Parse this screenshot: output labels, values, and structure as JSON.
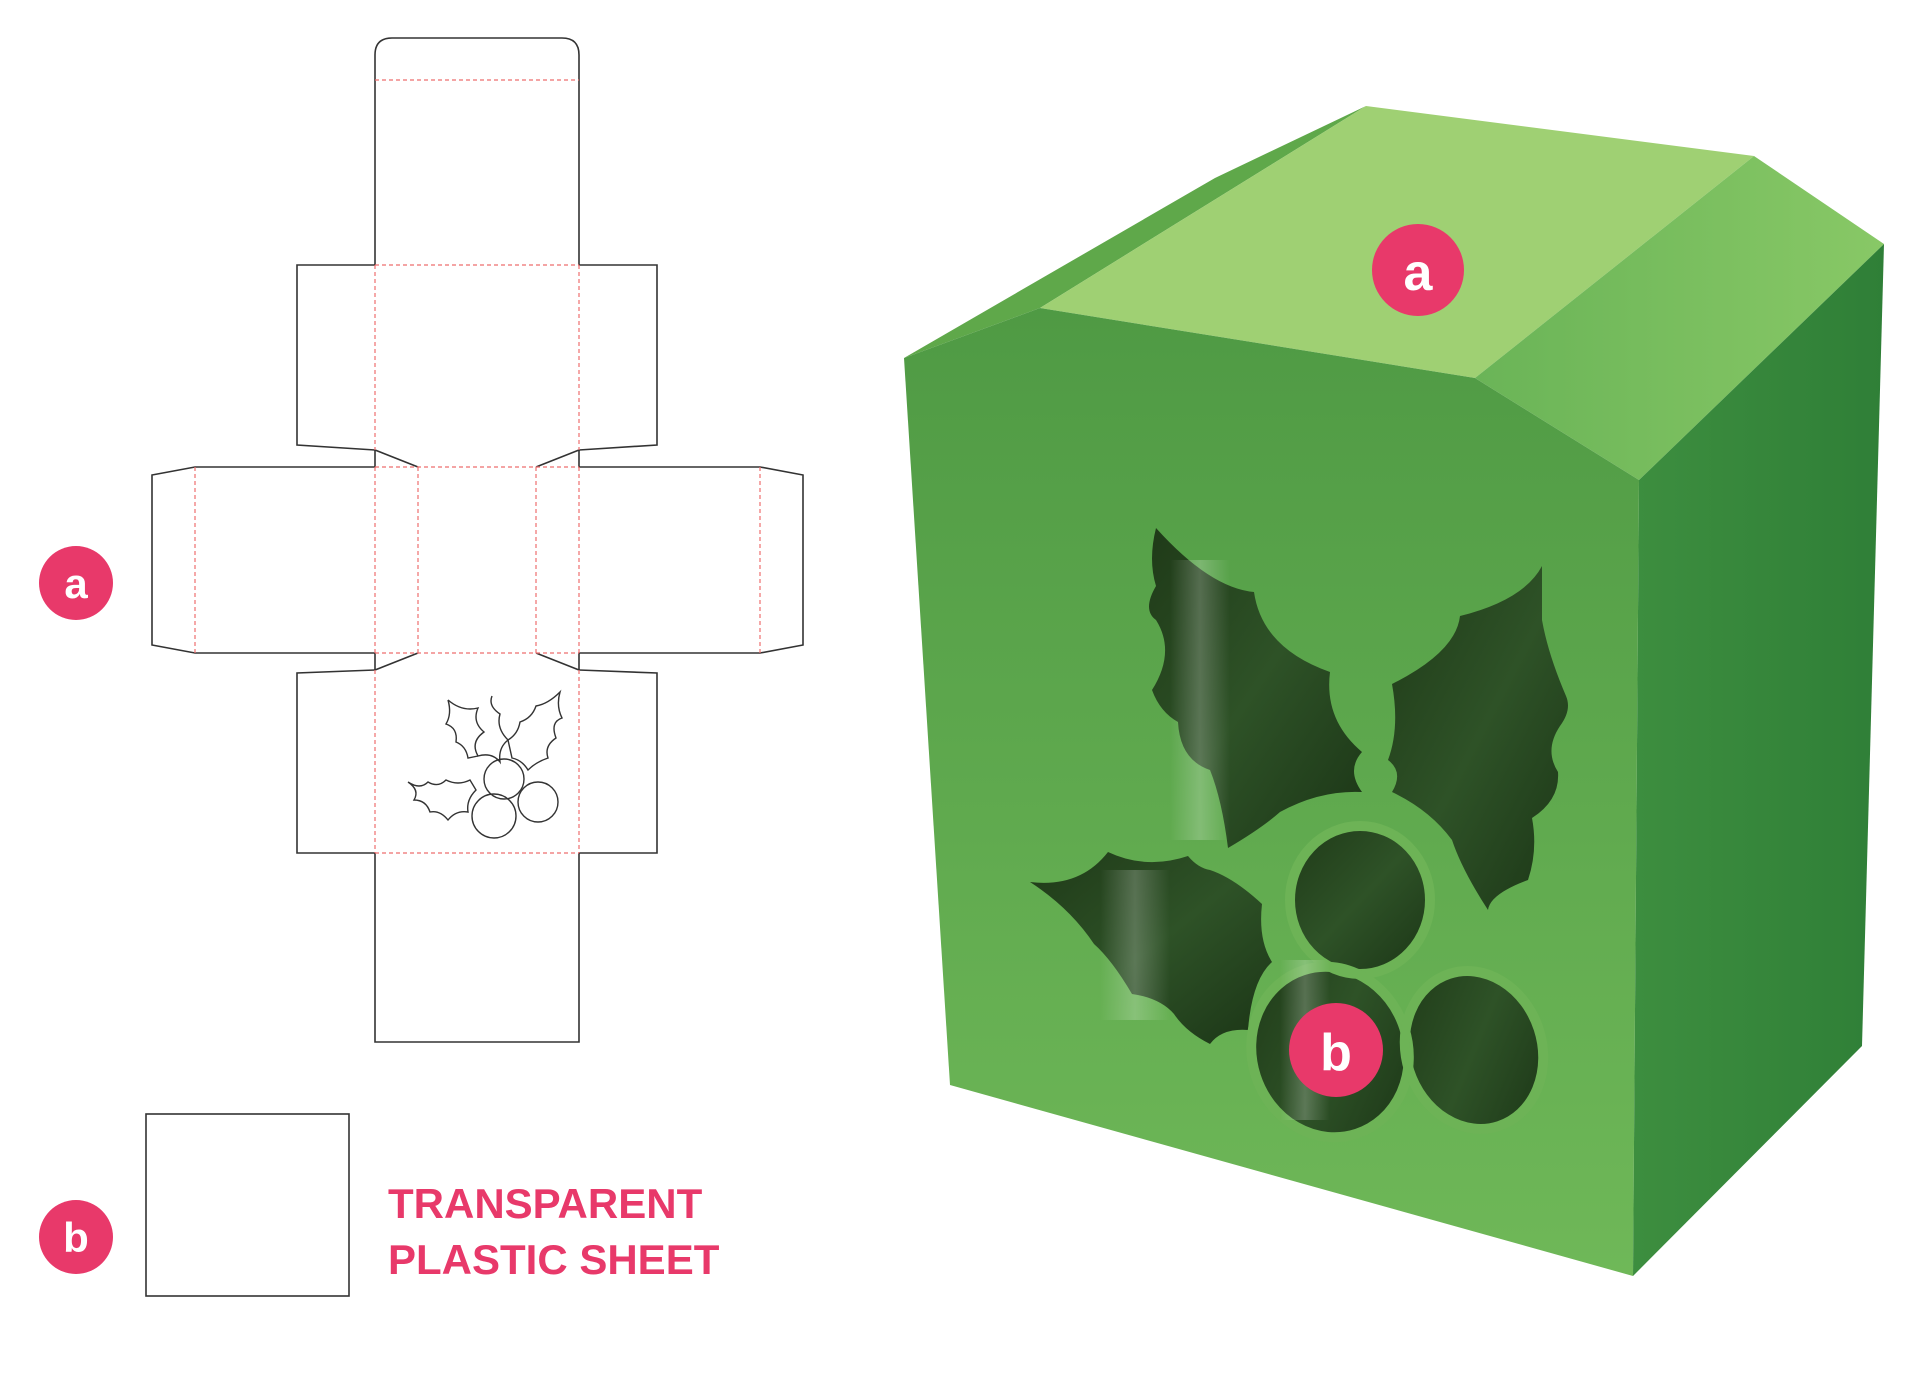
{
  "labels": {
    "a": "a",
    "b": "b"
  },
  "caption": {
    "line1": "TRANSPARENT",
    "line2": "PLASTIC SHEET"
  },
  "colors": {
    "badge": "#e8396a",
    "caption": "#e8396a",
    "cut_line": "#333333",
    "fold_line": "#ee6e6e",
    "box_top": "#9bcc6f",
    "box_front": "#6db356",
    "box_side": "#3b8c3e",
    "window": "#2a4a22"
  }
}
